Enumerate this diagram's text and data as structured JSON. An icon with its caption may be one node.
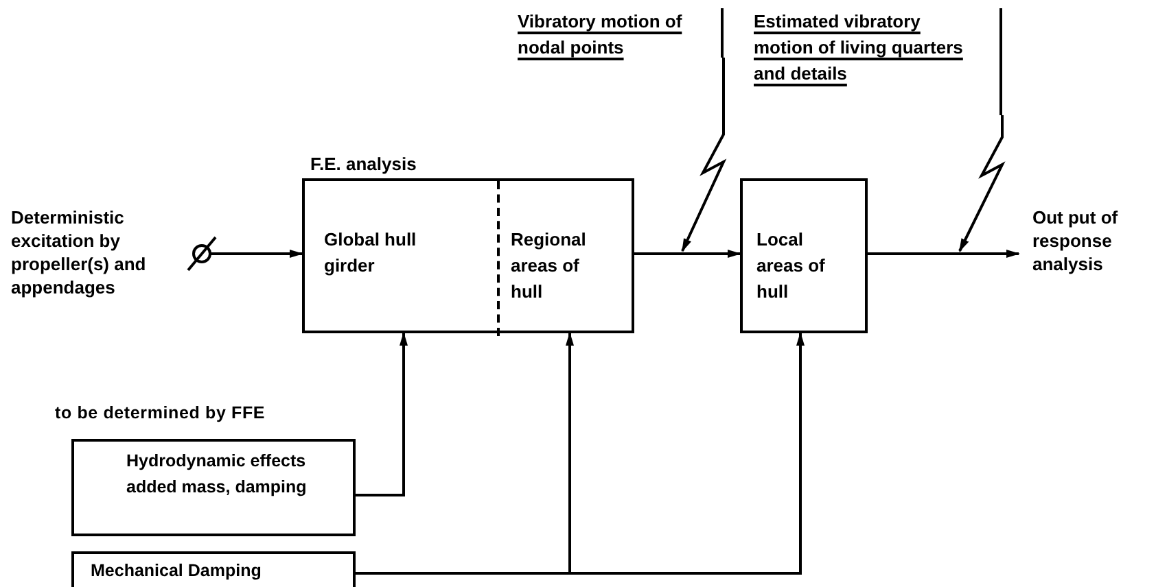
{
  "diagram": {
    "nodes": [
      {
        "text": [
          "F.E. analysis"
        ]
      },
      {
        "text": [
          "Global hull girder"
        ],
        "in": 0
      },
      {
        "text": [
          "Regional areas of hull"
        ],
        "in": 0
      },
      {
        "text": [
          "Local areas of hull"
        ]
      },
      {
        "text": [
          "Deterministic excitation by propeller(s) and appendages"
        ]
      },
      {
        "text": [
          "Out put of response analysis"
        ]
      },
      {
        "text": [
          "Vibratory motion of nodal points"
        ]
      },
      {
        "text": [
          "Estimated vibratory motion of living quarters and details"
        ]
      },
      {
        "text": [
          "Hydrodynamic effects added mass, damping"
        ]
      },
      {
        "text": [
          "Mechanical Damping"
        ]
      }
    ],
    "edges": [
      {
        "from": 4,
        "to": 0,
        "arrow": "to"
      },
      {
        "from": 2,
        "to": 3,
        "arrow": "to"
      },
      {
        "from": 3,
        "to": 5,
        "arrow": "to"
      },
      {
        "from": 6,
        "to": null,
        "arrow": "to"
      },
      {
        "from": 7,
        "to": null,
        "arrow": "to"
      },
      {
        "from": 8,
        "to": 1,
        "arrow": "to"
      },
      {
        "from": 9,
        "to": 2,
        "arrow": "to"
      },
      {
        "from": 9,
        "to": 3,
        "arrow": "to"
      }
    ],
    "labels": [
      "to be determined by FFE"
    ]
  }
}
